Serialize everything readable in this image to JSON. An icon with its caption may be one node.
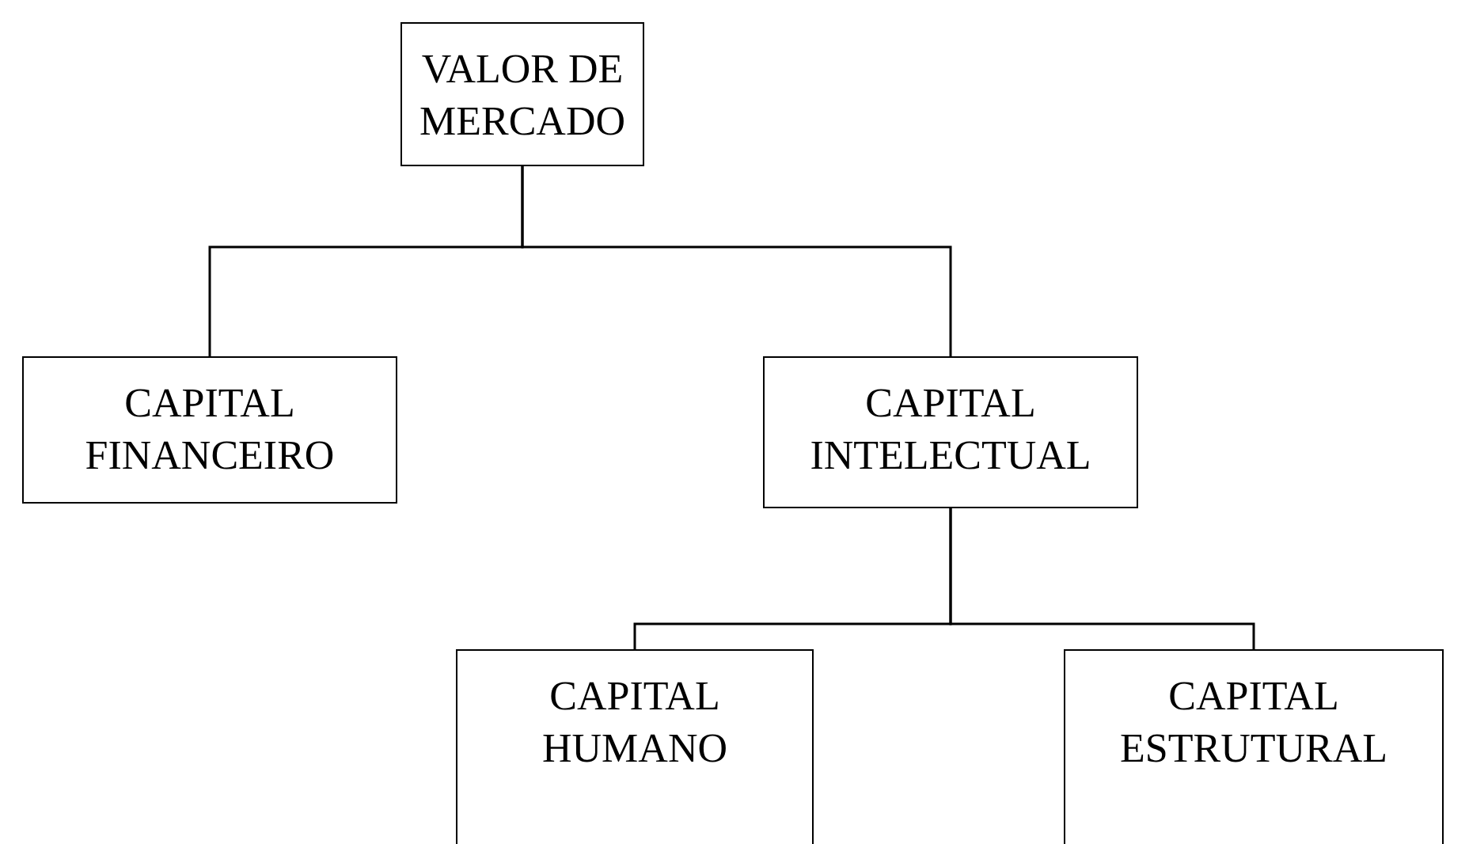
{
  "diagram": {
    "nodes": [
      {
        "text": [
          "VALOR DE MERCADO"
        ]
      },
      {
        "text": [
          "CAPITAL FINANCEIRO"
        ]
      },
      {
        "text": [
          "CAPITAL INTELECTUAL"
        ]
      },
      {
        "text": [
          "CAPITAL HUMANO"
        ]
      },
      {
        "text": [
          "CAPITAL ESTRUTURAL"
        ]
      }
    ],
    "edges": [
      {
        "from": 0,
        "to": 1,
        "arrow": "none"
      },
      {
        "from": 0,
        "to": 2,
        "arrow": "none"
      },
      {
        "from": 2,
        "to": 3,
        "arrow": "none"
      },
      {
        "from": 2,
        "to": 4,
        "arrow": "none"
      }
    ]
  }
}
